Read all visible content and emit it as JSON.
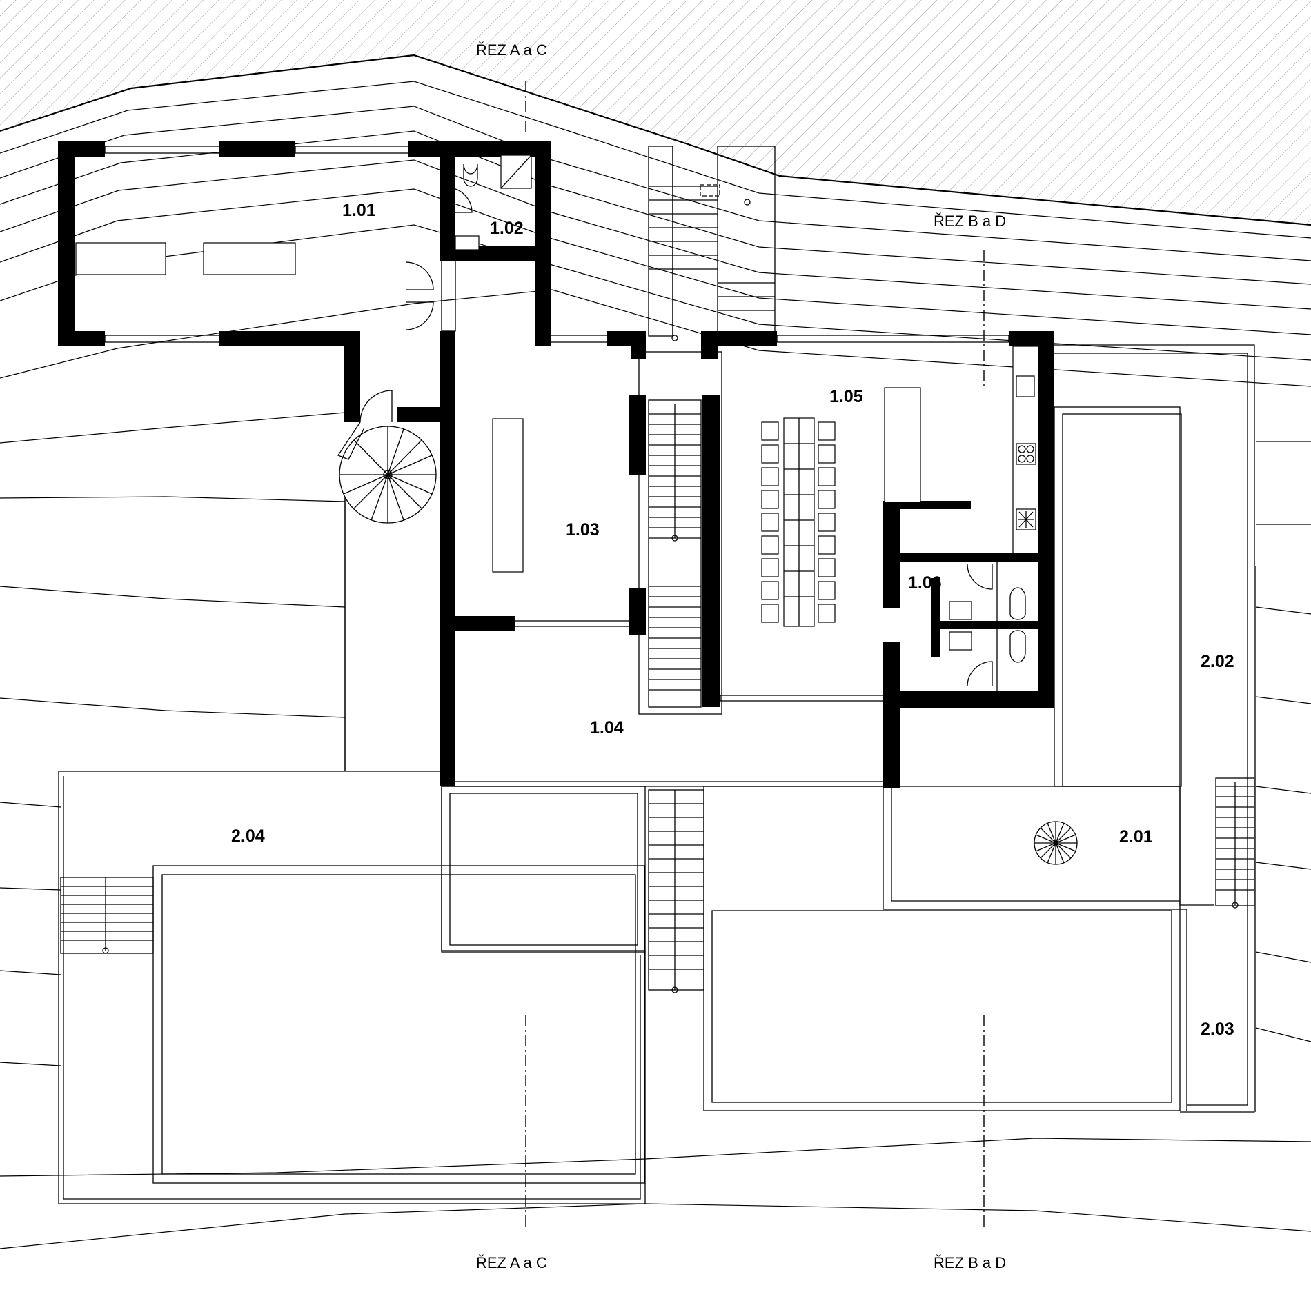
{
  "rooms": {
    "r101": "1.01",
    "r102": "1.02",
    "r103": "1.03",
    "r104": "1.04",
    "r105": "1.05",
    "r106": "1.06",
    "r201": "2.01",
    "r202": "2.02",
    "r203": "2.03",
    "r204": "2.04"
  },
  "sections": {
    "ac_top": "ŘEZ A a C",
    "ac_bottom": "ŘEZ A a C",
    "bd_top": "ŘEZ B a D",
    "bd_bottom": "ŘEZ B a D"
  }
}
